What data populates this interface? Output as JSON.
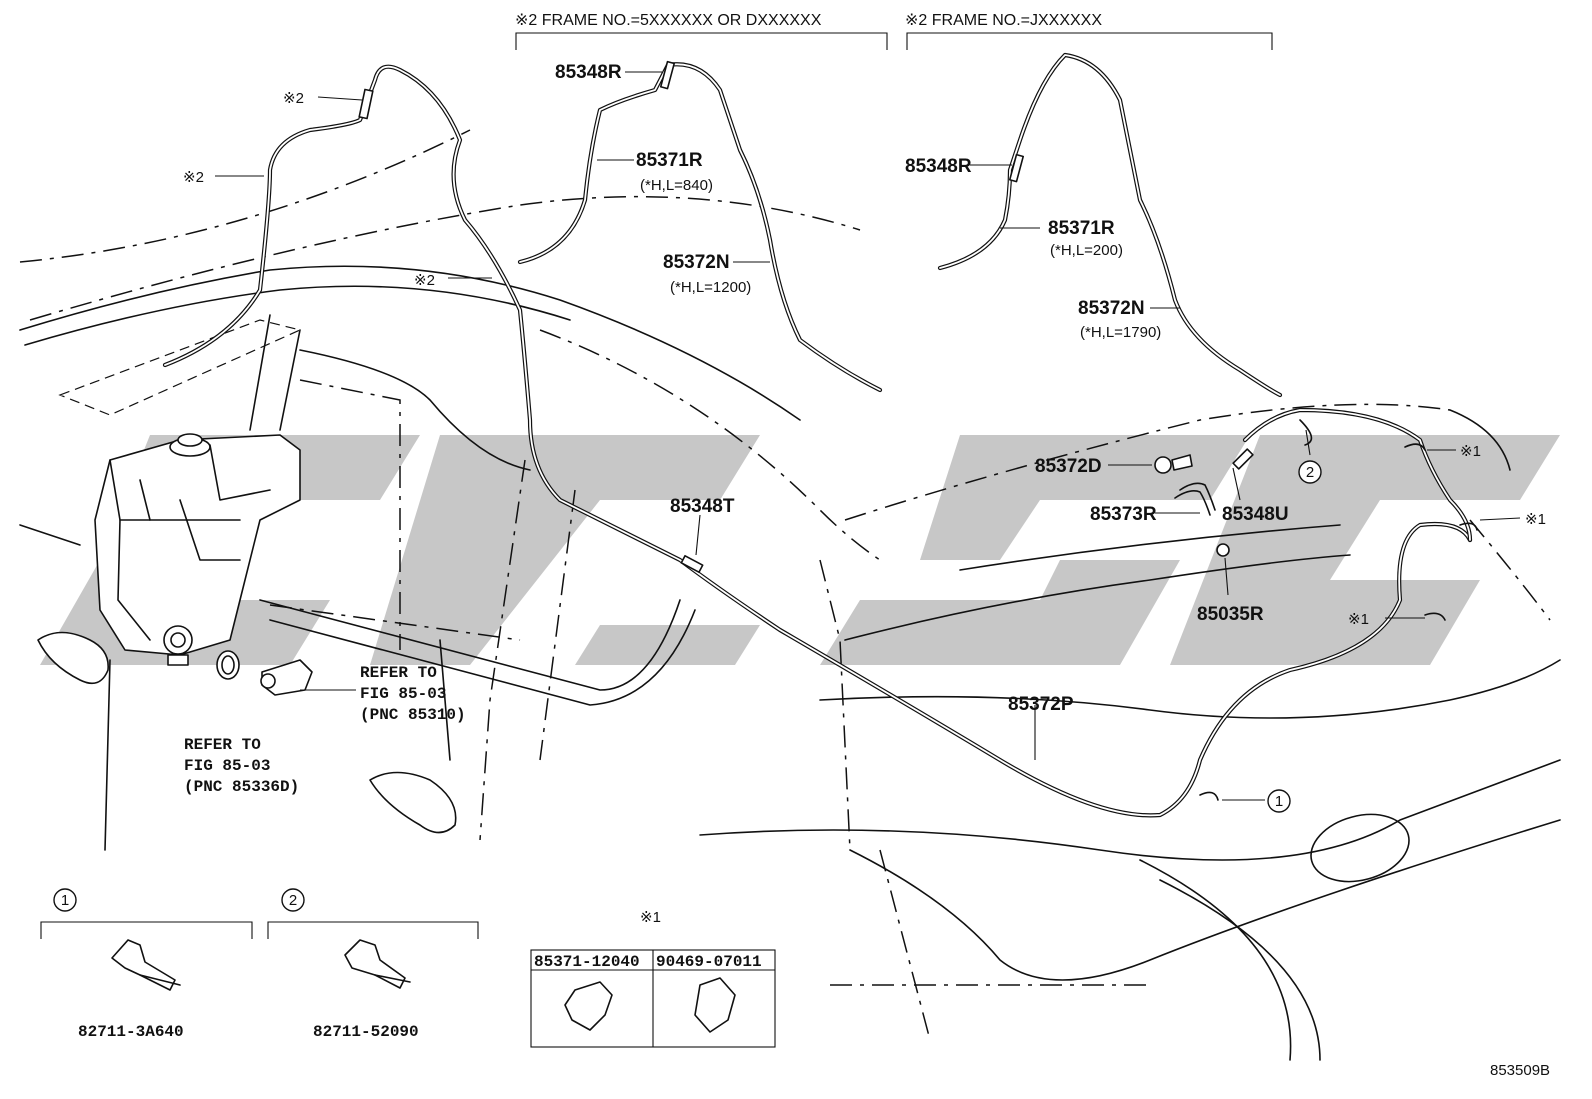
{
  "headers": {
    "frame_a": "※2 FRAME NO.=5XXXXXX OR DXXXXXX",
    "frame_b": "※2 FRAME NO.=JXXXXXX"
  },
  "labels": {
    "p85348R_a": "85348R",
    "p85371R_a": "85371R",
    "p85371R_a_len": "(*H,L=840)",
    "p85372N_a": "85372N",
    "p85372N_a_len": "(*H,L=1200)",
    "p85348R_b": "85348R",
    "p85371R_b": "85371R",
    "p85371R_b_len": "(*H,L=200)",
    "p85372N_b": "85372N",
    "p85372N_b_len": "(*H,L=1790)",
    "p85372D": "85372D",
    "p85373R": "85373R",
    "p85348U": "85348U",
    "p85035R": "85035R",
    "p85348T": "85348T",
    "p85372P": "85372P",
    "mark2_a": "※2",
    "mark2_b": "※2",
    "mark2_c": "※2",
    "mark1_a": "※1",
    "mark1_b": "※1",
    "mark1_c": "※1",
    "callout_1": "1",
    "callout_2": "2"
  },
  "refs": {
    "ref_a_line1": "REFER TO",
    "ref_a_line2": "FIG 85-03",
    "ref_a_line3": "(PNC 85310)",
    "ref_b_line1": "REFER TO",
    "ref_b_line2": "FIG 85-03",
    "ref_b_line3": "(PNC 85336D)"
  },
  "legend": {
    "box1_num": "1",
    "box1_part": "82711-3A640",
    "box2_num": "2",
    "box2_part": "82711-52090",
    "table_mark": "※1",
    "table_col1": "85371-12040",
    "table_col2": "90469-07011"
  },
  "illustration_code": "853509B"
}
